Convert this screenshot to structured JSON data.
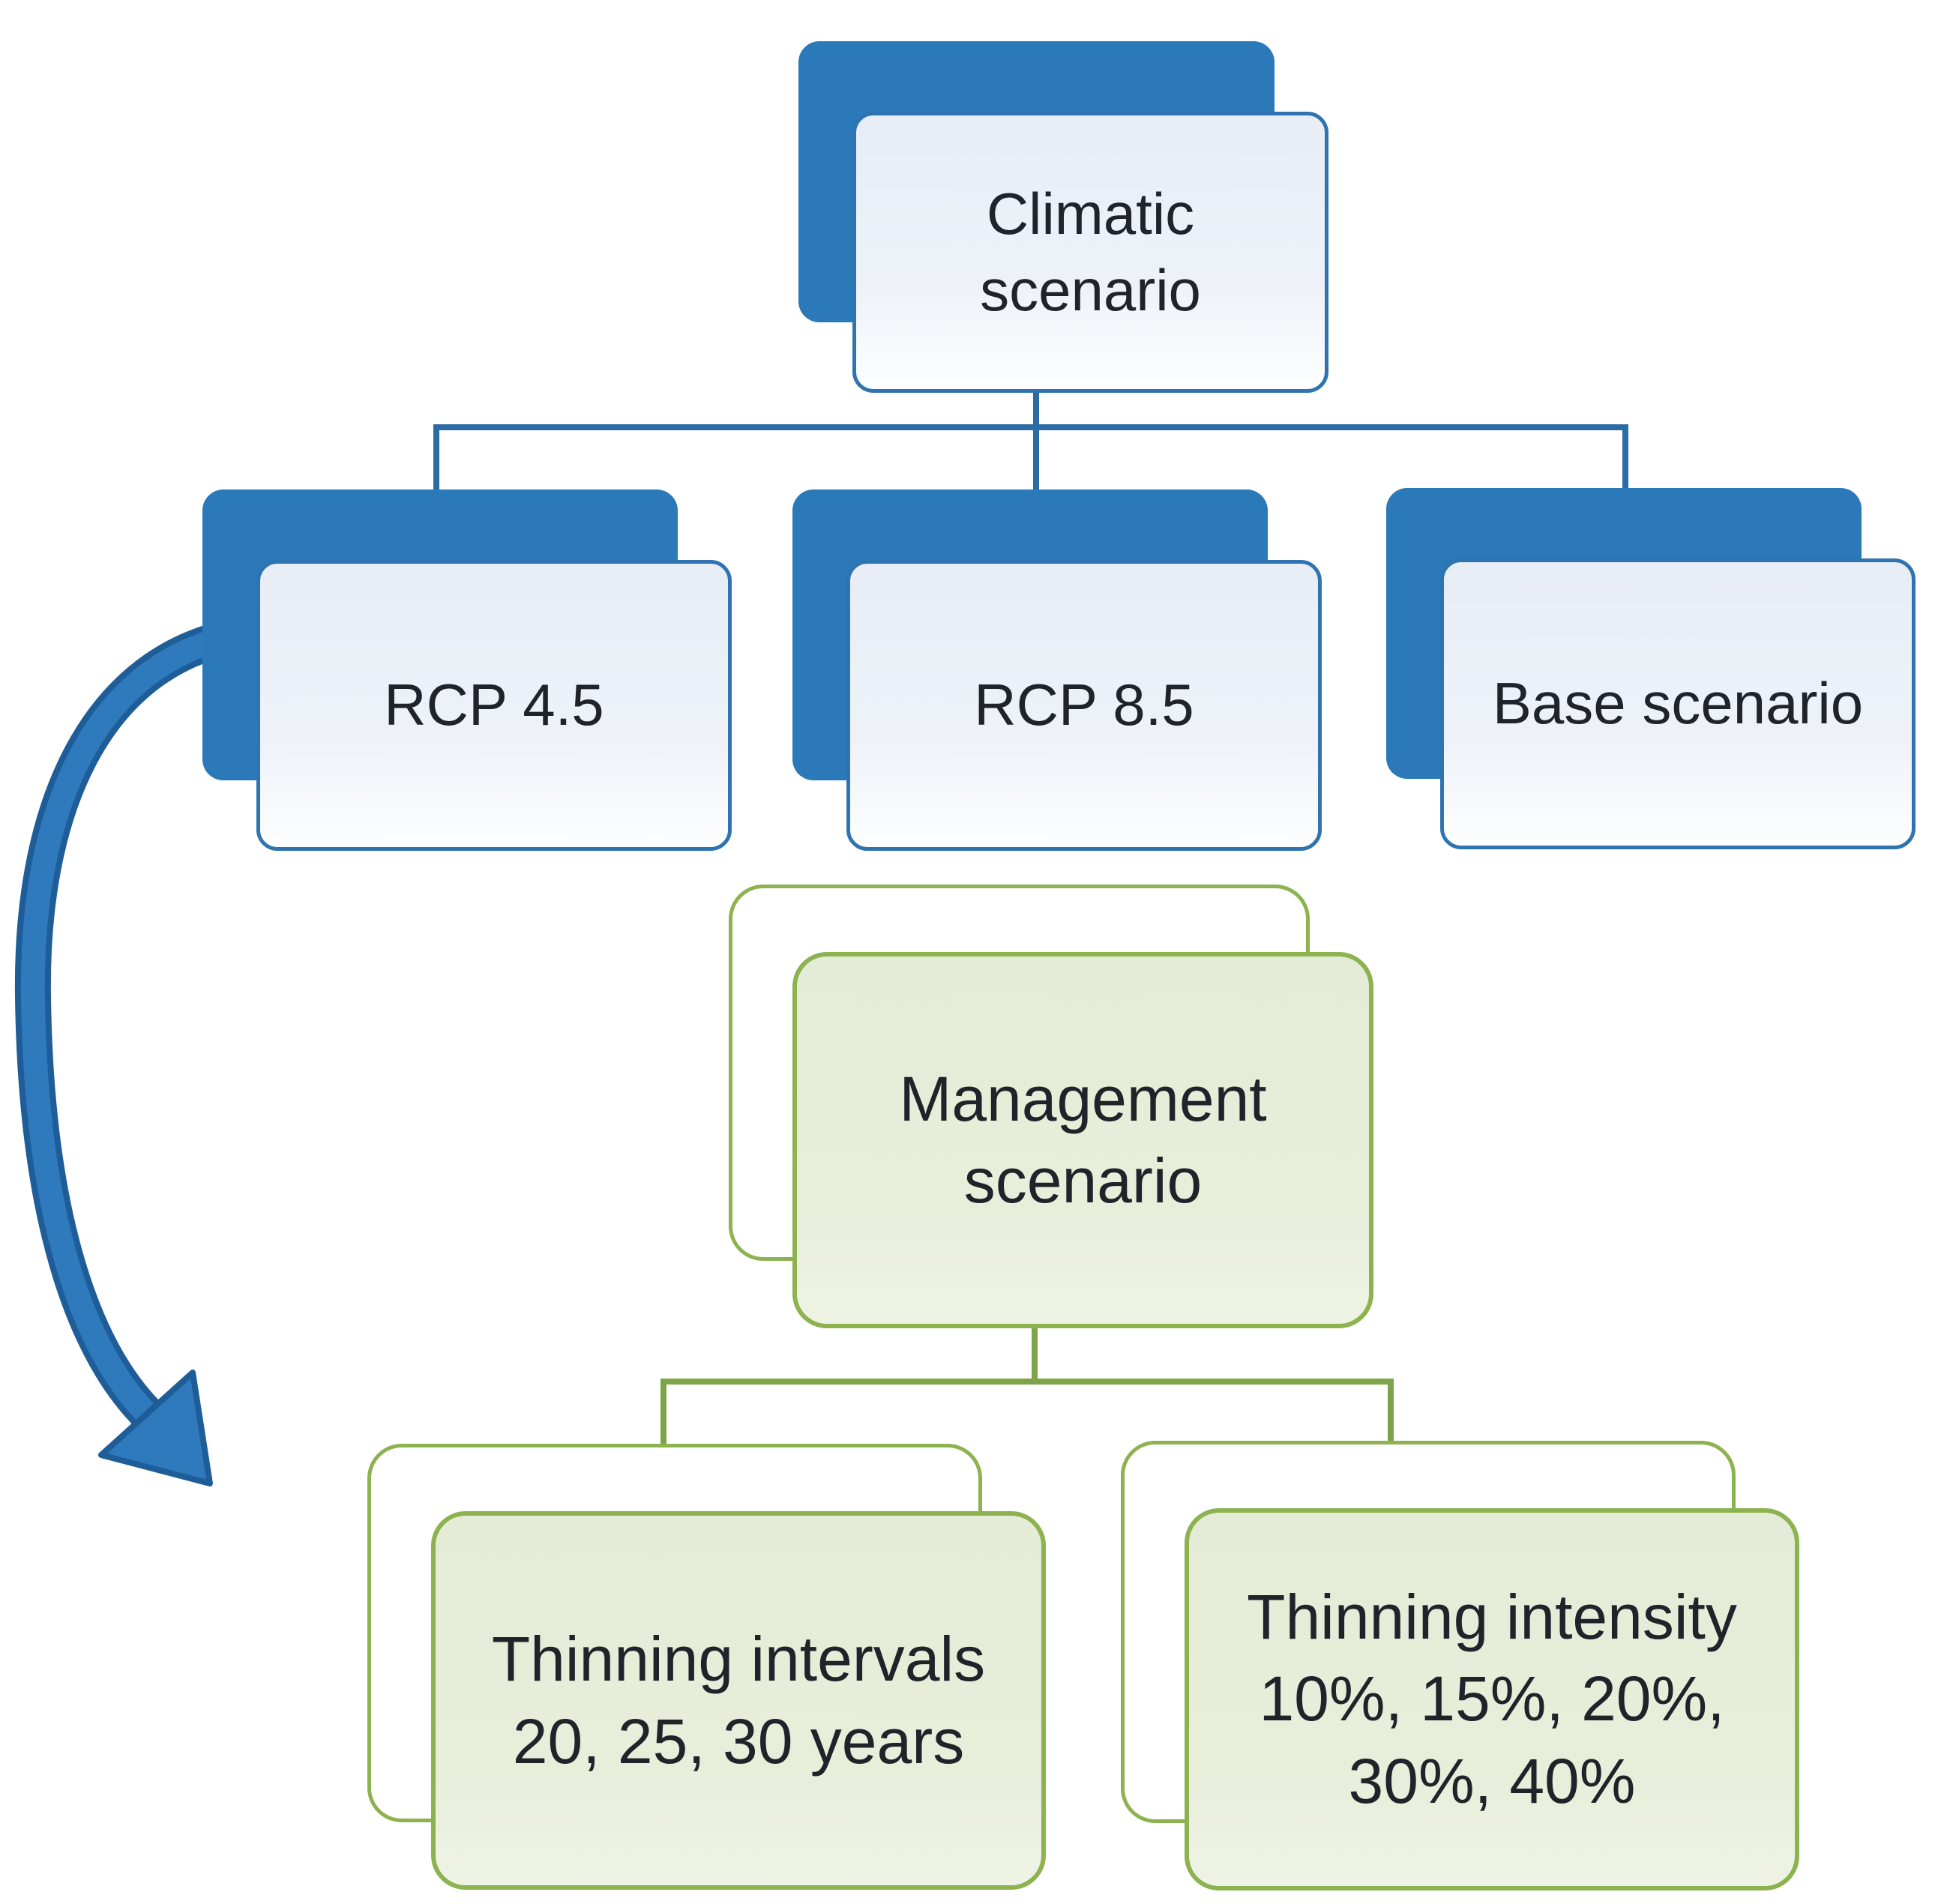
{
  "figure": {
    "type": "flowchart",
    "palette": {
      "blue_solid": "#2b79b8",
      "blue_border": "#2f74b0",
      "blue_fill_top": "#e8edf6",
      "blue_fill_bottom": "#fdfeff",
      "blue_connector": "#2c6ca4",
      "green_border": "#8cb34f",
      "green_fill_top": "#e4ebd6",
      "green_fill_bottom": "#eff3e5",
      "green_connector": "#7da449",
      "arrow_fill": "#2e7abc",
      "arrow_outline": "#1e5d97",
      "text": "#20242a"
    },
    "nodes": {
      "climatic": {
        "lines": [
          "Climatic",
          "scenario"
        ]
      },
      "rcp45": {
        "lines": [
          "RCP 4.5"
        ]
      },
      "rcp85": {
        "lines": [
          "RCP 8.5"
        ]
      },
      "base": {
        "lines": [
          "Base scenario"
        ]
      },
      "management": {
        "lines": [
          "Management",
          "scenario"
        ]
      },
      "intervals": {
        "lines": [
          "Thinning intervals",
          "20, 25, 30 years"
        ]
      },
      "intensity": {
        "lines": [
          "Thinning intensity",
          "10%, 15%, 20%,",
          "30%, 40%"
        ]
      }
    },
    "edges": [
      {
        "from": "climatic",
        "to": "rcp45"
      },
      {
        "from": "climatic",
        "to": "rcp85"
      },
      {
        "from": "climatic",
        "to": "base"
      },
      {
        "from": "management",
        "to": "intervals"
      },
      {
        "from": "management",
        "to": "intensity"
      },
      {
        "from": "rcp45",
        "to": "management",
        "style": "curved-arrow"
      }
    ]
  }
}
